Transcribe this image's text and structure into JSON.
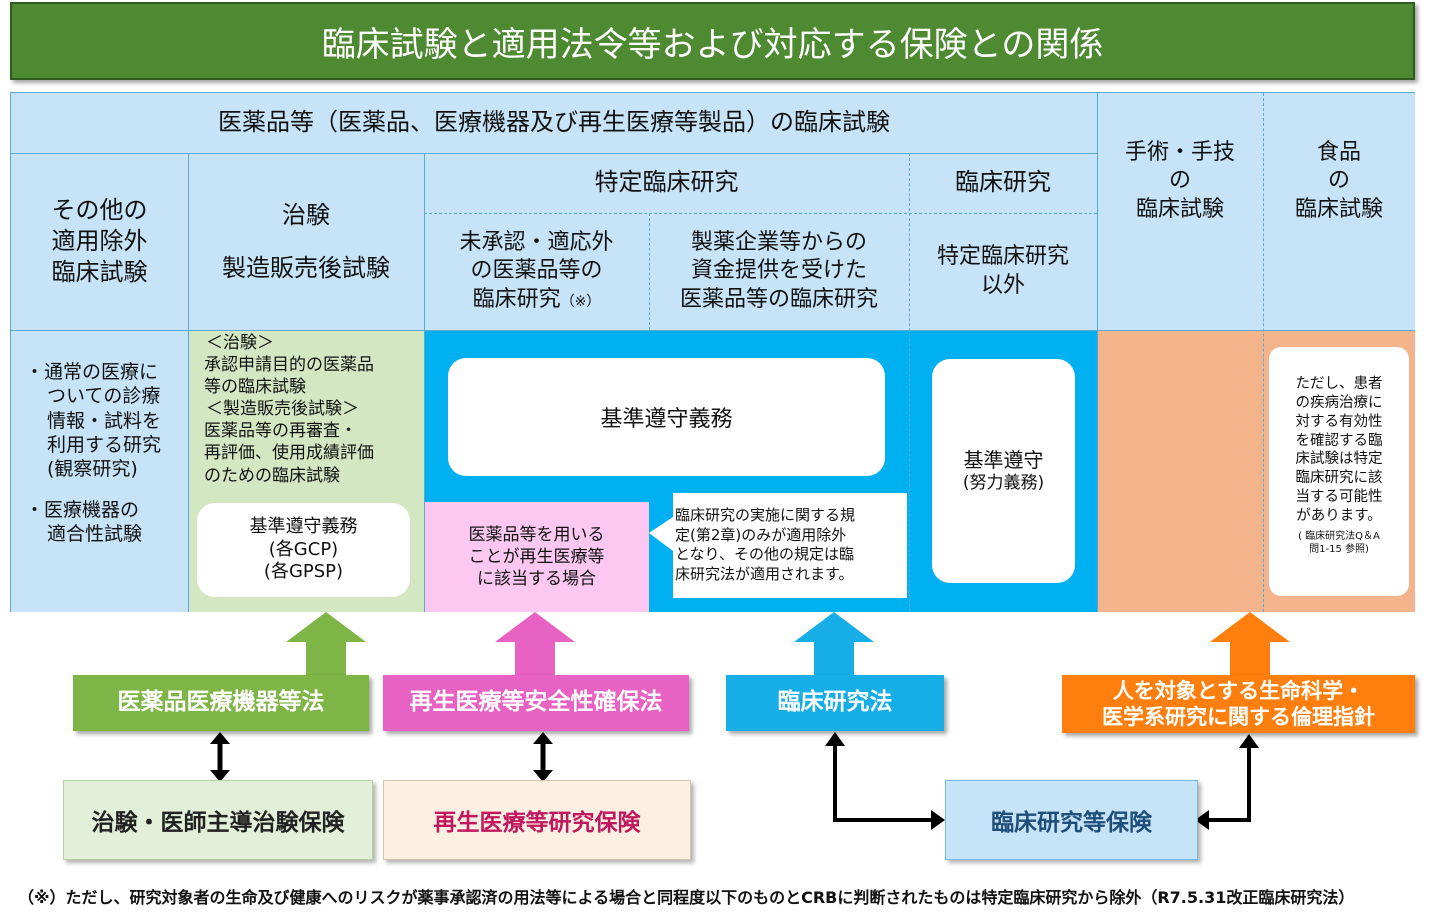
{
  "title": "臨床試験と適用法令等および対応する保険との関係",
  "header": {
    "top": "医薬品等（医薬品、医療機器及び再生医療等製品）の臨床試験",
    "col_other": [
      "その他の",
      "適用除外",
      "臨床試験"
    ],
    "col_chiken": [
      "治験",
      "製造販売後試験"
    ],
    "tokutei": "特定臨床研究",
    "tokutei_a": [
      "未承認・適応外",
      "の医薬品等の",
      "臨床研究"
    ],
    "tokutei_a_mark": "（※）",
    "tokutei_b": [
      "製薬企業等からの",
      "資金提供を受けた",
      "医薬品等の臨床研究"
    ],
    "rinsho": "臨床研究",
    "rinsho_sub": [
      "特定臨床研究",
      "以外"
    ],
    "shujutsu": [
      "手術・手技",
      "の",
      "臨床試験"
    ],
    "shokuhin": [
      "食品",
      "の",
      "臨床試験"
    ]
  },
  "body": {
    "other_items": [
      [
        "・通常の医療に",
        "ついての診療",
        "情報・試料を",
        "利用する研究",
        "(観察研究)"
      ],
      [
        "・医療機器の",
        "適合性試験"
      ]
    ],
    "chiken_desc": [
      "＜治験＞",
      "承認申請目的の医薬品",
      "等の臨床試験",
      "＜製造販売後試験＞",
      "医薬品等の再審査・",
      "再評価、使用成績評価",
      "のための臨床試験"
    ],
    "chiken_box": [
      "基準遵守義務",
      "(各GCP)",
      "(各GPSP)"
    ],
    "tokutei_box": "基準遵守義務",
    "saisei_box": [
      "医薬品等を用いる",
      "ことが再生医療等",
      "に該当する場合"
    ],
    "callout": [
      "臨床研究の実施に関する規",
      "定(第2章)のみが適用除外",
      "となり、その他の規定は臨",
      "床研究法が適用されます。"
    ],
    "rinsho_box": [
      "基準遵守",
      "(努力義務)"
    ],
    "food_box": [
      "ただし、患者",
      "の疾病治療に",
      "対する有効性",
      "を確認する臨",
      "床試験は特定",
      "臨床研究に該",
      "当する可能性",
      "があります。"
    ],
    "food_ref": [
      "( 臨床研究法Q＆A",
      "問1-15 参照)"
    ]
  },
  "laws": {
    "yakki": "医薬品医療機器等法",
    "saisei": "再生医療等安全性確保法",
    "rinsho": "臨床研究法",
    "rinri": [
      "人を対象とする生命科学・",
      "医学系研究に関する倫理指針"
    ]
  },
  "insurance": {
    "chiken": "治験・医師主導治験保険",
    "saisei": "再生医療等研究保険",
    "rinsho": "臨床研究等保険"
  },
  "note": "（※）ただし、研究対象者の生命及び健康へのリスクが薬事承認済の用法等による場合と同程度以下のものとCRBに判断されたものは特定臨床研究から除外（R7.5.31改正臨床研究法）",
  "colors": {
    "title_green": "#4e8a32",
    "header_blue": "#c6e3f8",
    "cyan": "#00b0f0",
    "light_green": "#d3e7c3",
    "pink": "#fcc8f2",
    "orange": "#f3b48c",
    "law_green": "#7fb446",
    "law_pink": "#e862c4",
    "law_cyan": "#17aee8",
    "law_orange": "#ff7f0e"
  }
}
